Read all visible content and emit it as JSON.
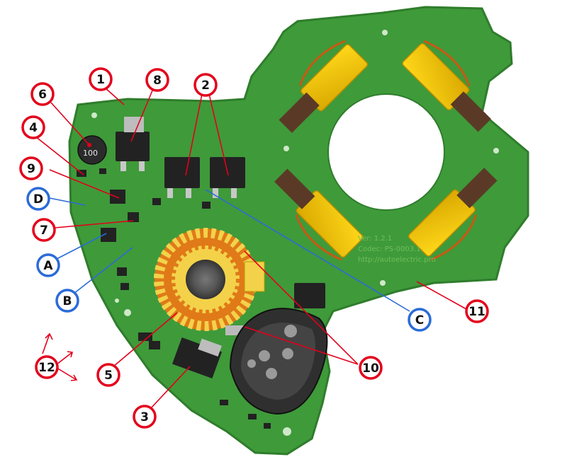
{
  "board": {
    "version": "Ver: 1.2.1",
    "code": "Codec: PS-0003.1",
    "url": "http://autoelectric.pro",
    "inductor_marking": "100",
    "colors": {
      "pcb": "#3f9a3a",
      "pcb_edge": "#2f7d2c",
      "brush_holder": "#f2c200",
      "brush": "#5a3a26",
      "copper": "#e07a18",
      "ferrite_core": "#f3d24a"
    }
  },
  "callouts": {
    "red_color": "#e3001b",
    "blue_color": "#2a6bd8",
    "items": [
      {
        "id": "c1",
        "label": "1",
        "color": "red"
      },
      {
        "id": "c2",
        "label": "2",
        "color": "red"
      },
      {
        "id": "c3",
        "label": "3",
        "color": "red"
      },
      {
        "id": "c4",
        "label": "4",
        "color": "red"
      },
      {
        "id": "c5",
        "label": "5",
        "color": "red"
      },
      {
        "id": "c6",
        "label": "6",
        "color": "red"
      },
      {
        "id": "c7",
        "label": "7",
        "color": "red"
      },
      {
        "id": "c8",
        "label": "8",
        "color": "red"
      },
      {
        "id": "c9",
        "label": "9",
        "color": "red"
      },
      {
        "id": "c10",
        "label": "10",
        "color": "red"
      },
      {
        "id": "c11",
        "label": "11",
        "color": "red"
      },
      {
        "id": "c12",
        "label": "12",
        "color": "red"
      },
      {
        "id": "cA",
        "label": "A",
        "color": "blue"
      },
      {
        "id": "cB",
        "label": "B",
        "color": "blue"
      },
      {
        "id": "cC",
        "label": "C",
        "color": "blue"
      },
      {
        "id": "cD",
        "label": "D",
        "color": "blue"
      }
    ]
  }
}
